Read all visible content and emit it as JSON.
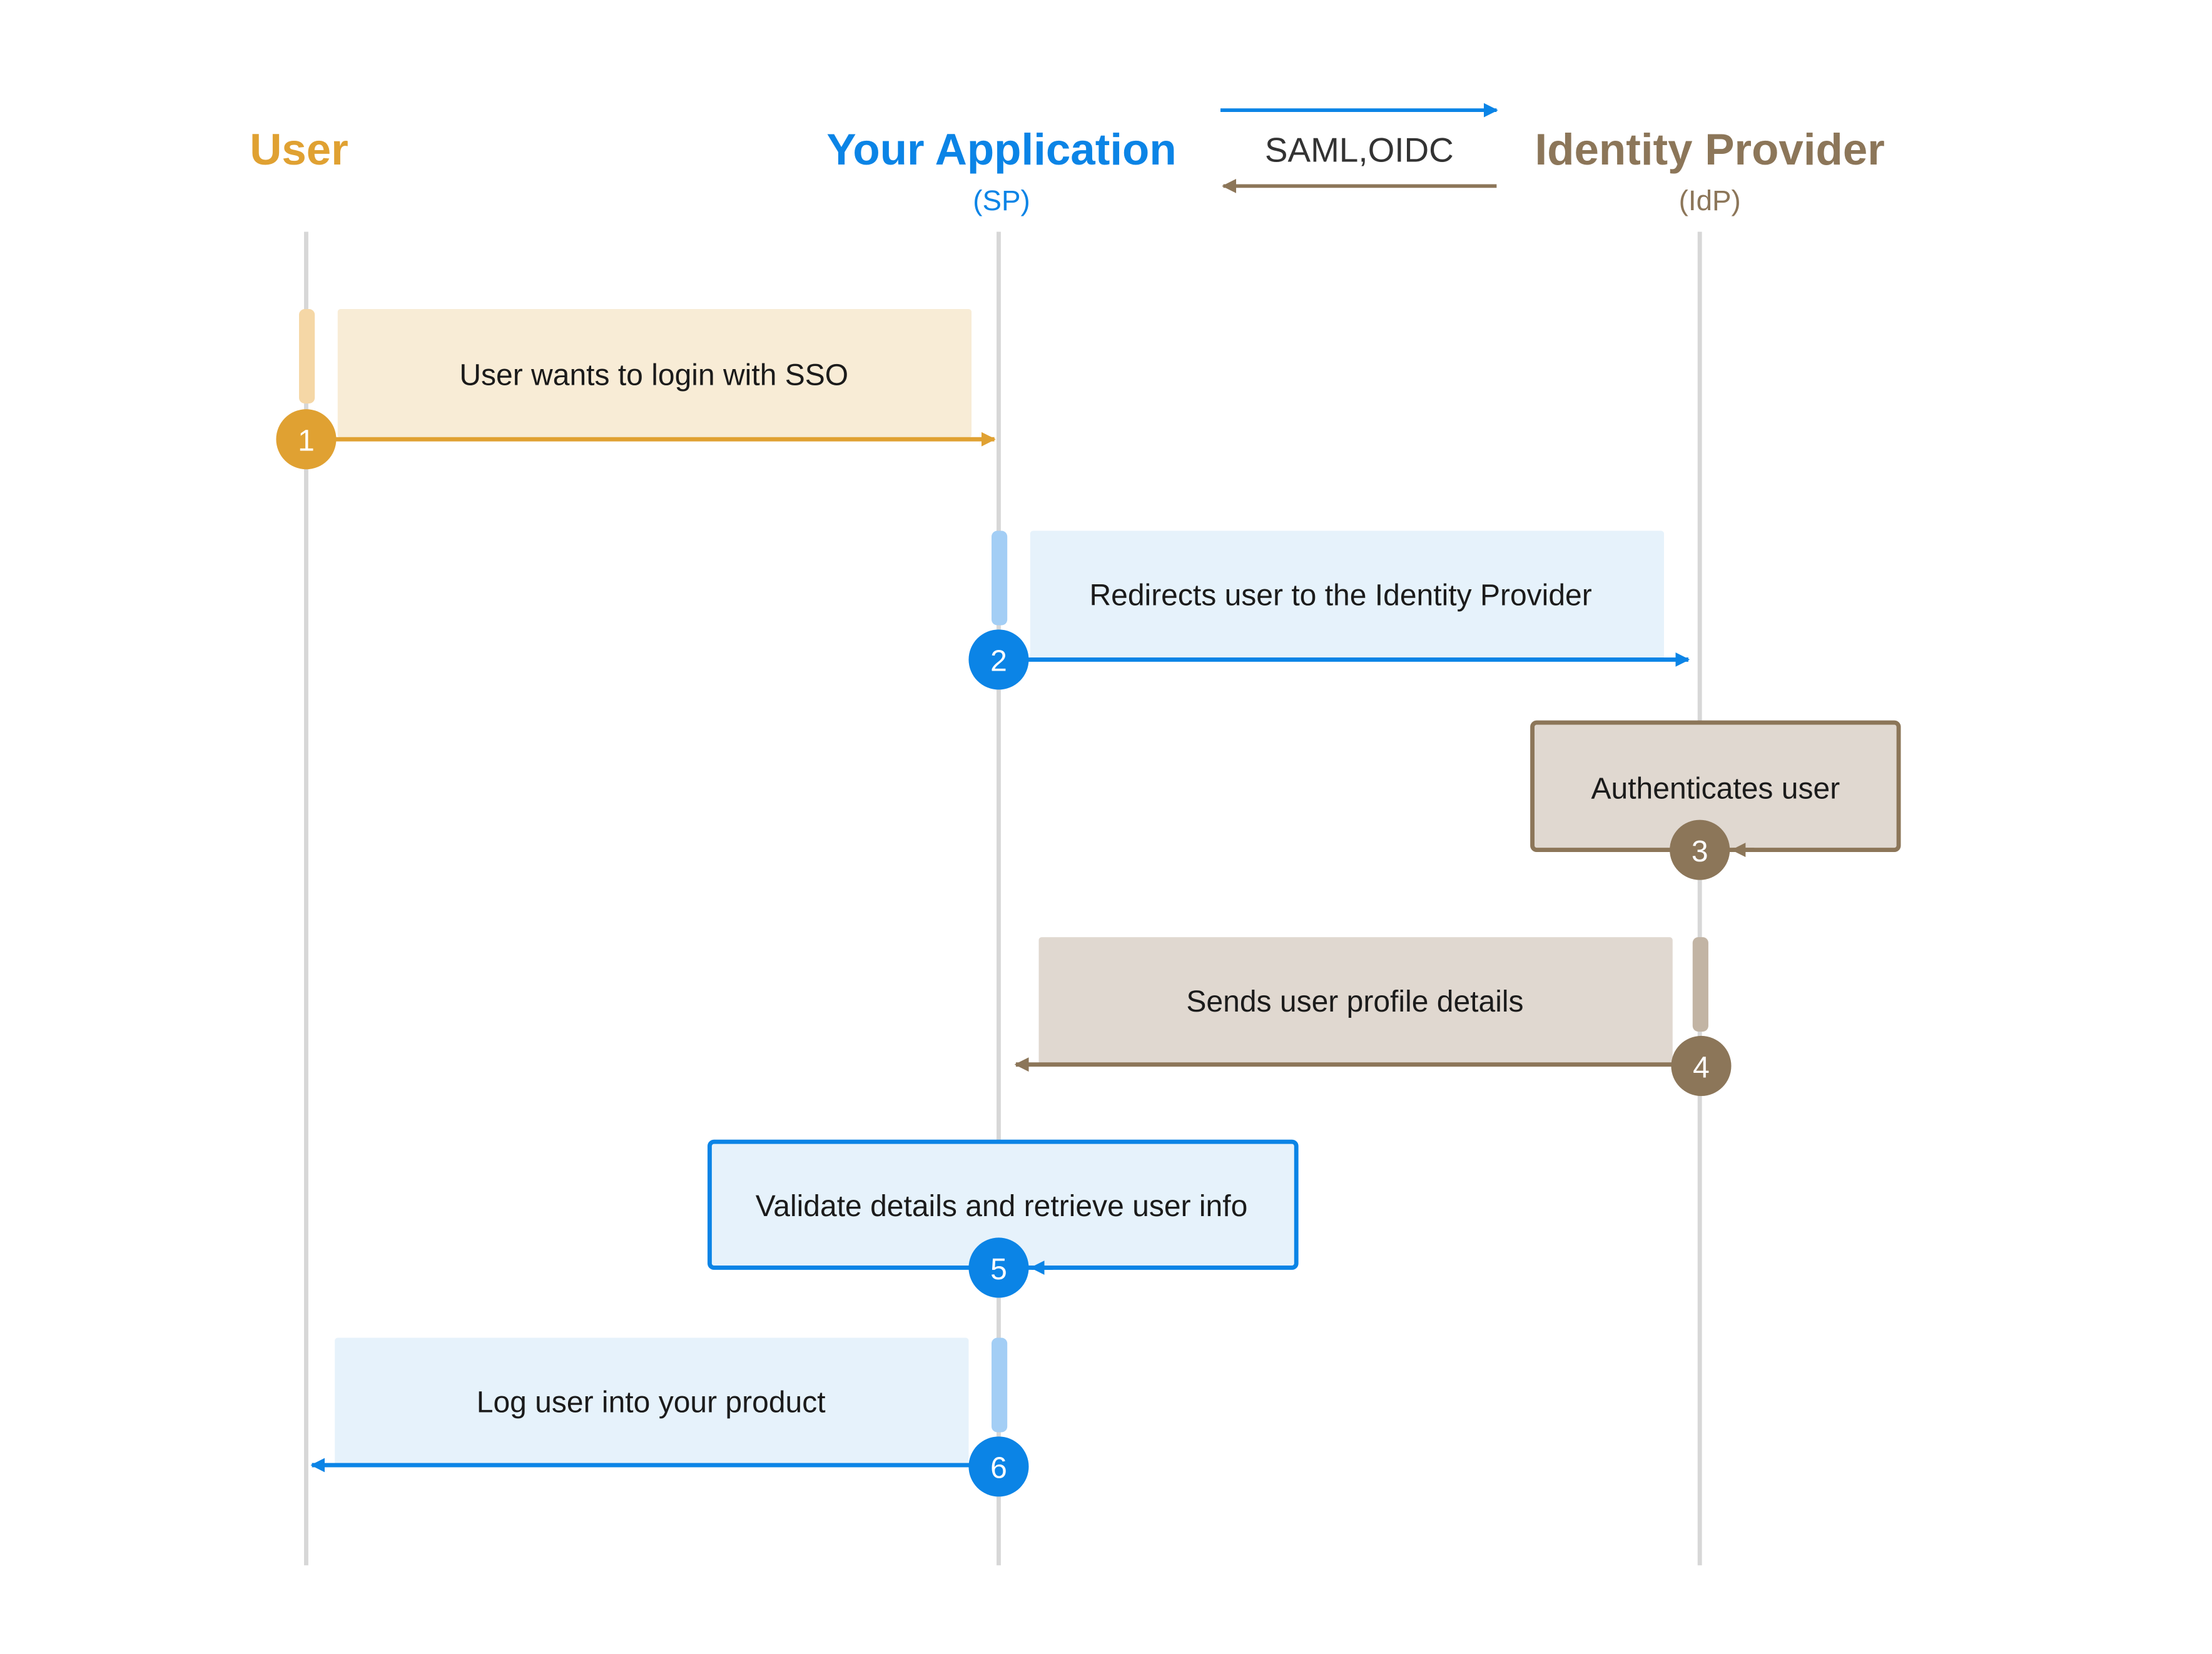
{
  "colors": {
    "user": "#E0A132",
    "user_fill": "#F8ECD6",
    "user_bar": "#F5D7A6",
    "app": "#0B84E6",
    "app_fill": "#E6F2FB",
    "app_bar": "#A3CEF5",
    "idp": "#8C7659",
    "idp_fill": "#E0D8D0",
    "idp_bar": "#C2B4A4",
    "lifeline": "#D7D7D7",
    "text": "#1B1B1B",
    "legend_text": "#333333"
  },
  "participants": {
    "user": {
      "name": "User",
      "sub": ""
    },
    "app": {
      "name": "Your Application",
      "sub": "(SP)"
    },
    "idp": {
      "name": "Identity Provider",
      "sub": "(IdP)"
    }
  },
  "protocol_legend": {
    "label": "SAML,OIDC"
  },
  "steps": [
    {
      "number": "1",
      "label": "User wants to login with SSO"
    },
    {
      "number": "2",
      "label": "Redirects user to the Identity Provider"
    },
    {
      "number": "3",
      "label": "Authenticates user"
    },
    {
      "number": "4",
      "label": "Sends user profile details"
    },
    {
      "number": "5",
      "label": "Validate details and retrieve user info"
    },
    {
      "number": "6",
      "label": "Log user into your product"
    }
  ]
}
